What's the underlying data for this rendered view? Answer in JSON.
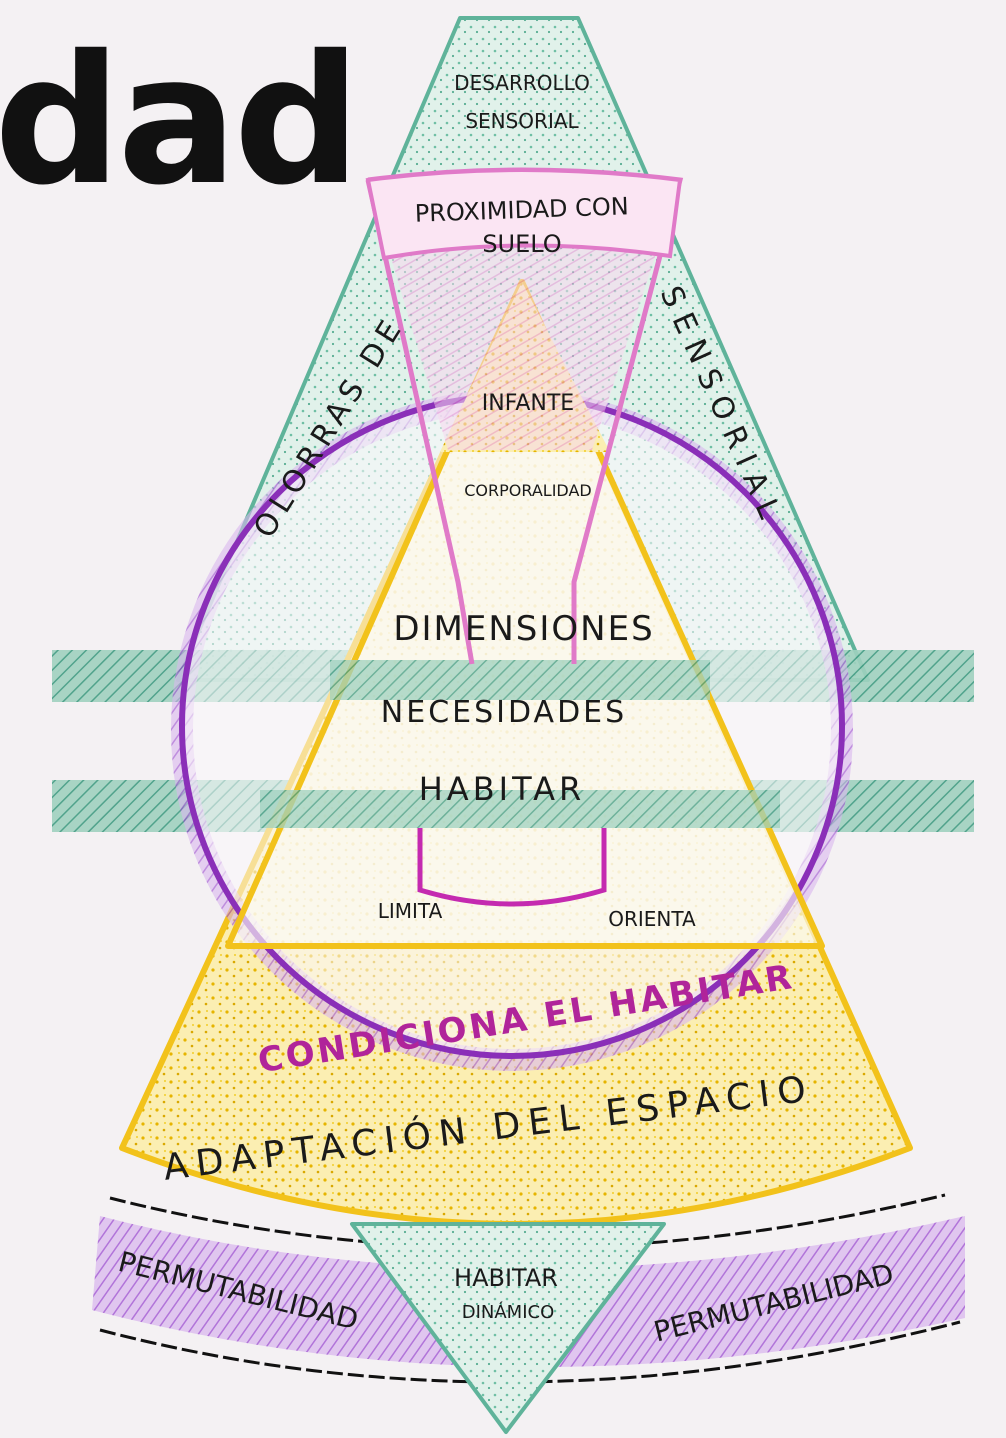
{
  "heading_fragment": "dad",
  "labels": {
    "desarrollo_line1": "DESARROLLO",
    "desarrollo_line2": "SENSORIAL",
    "proximidad_line1": "PROXIMIDAD CON",
    "proximidad_line2": "SUELO",
    "left_side": "OLORRAS DE",
    "right_side": "SENSORIAL",
    "infante": "INFANTE",
    "corporalidad": "CORPORALIDAD",
    "dimensiones": "DIMENSIONES",
    "necesidades": "NECESIDADES",
    "habitar": "HABITAR",
    "limita": "LIMITA",
    "orienta": "ORIENTA",
    "condiciona": "CONDICIONA EL HABITAR",
    "adaptacion": "ADAPTACIÓN DEL ESPACIO",
    "habitar_dinamico_line1": "HABITAR",
    "habitar_dinamico_line2": "DINÁMICO",
    "permutabilidad_left": "PERMUTABILIDAD",
    "permutabilidad_right": "PERMUTABILIDAD"
  },
  "colors": {
    "green": "#5fb39a",
    "green_fill": "#cfe8dd",
    "pink": "#e07ac8",
    "pink_fill": "#f6d8ee",
    "yellow": "#f2c21b",
    "yellow_fill": "#fbe9a0",
    "purple": "#8a2fb8",
    "magenta_text": "#b0249a"
  }
}
